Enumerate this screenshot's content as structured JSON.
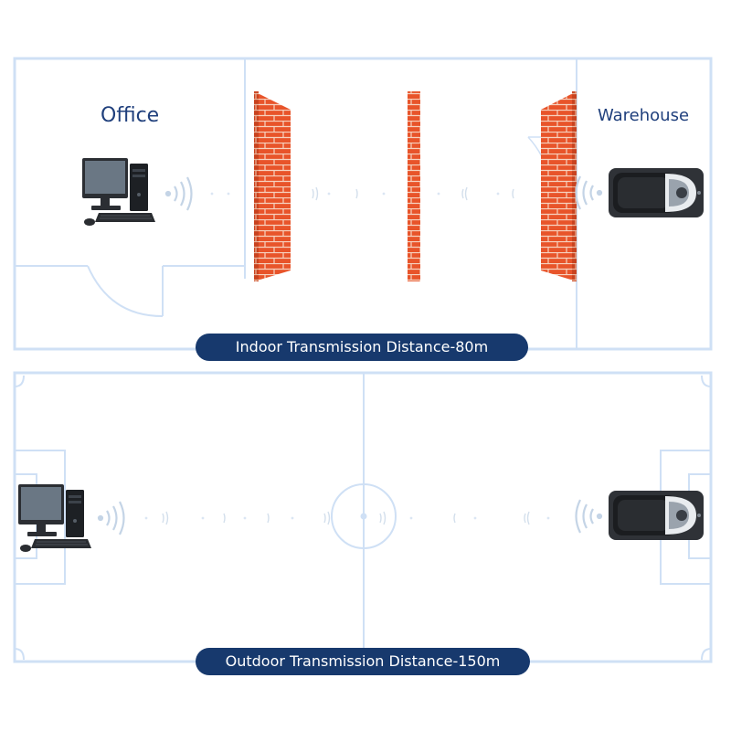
{
  "indoor": {
    "room_left": "Office",
    "room_right": "Warehouse",
    "distance_label": "Indoor Transmission Distance-80m"
  },
  "outdoor": {
    "distance_label": "Outdoor Transmission Distance-150m"
  },
  "icons": {
    "transmitter": "desktop-computer-icon",
    "receiver": "camera-unit-icon",
    "signal": "wifi-waves-icon",
    "wall": "brick-wall-icon"
  },
  "colors": {
    "line": "#cfe0f5",
    "pill": "#17396d",
    "text": "#1f3f7c",
    "brick": "#e8542a",
    "mortar": "#f6d2bf",
    "signal": "#c4d4e6"
  }
}
